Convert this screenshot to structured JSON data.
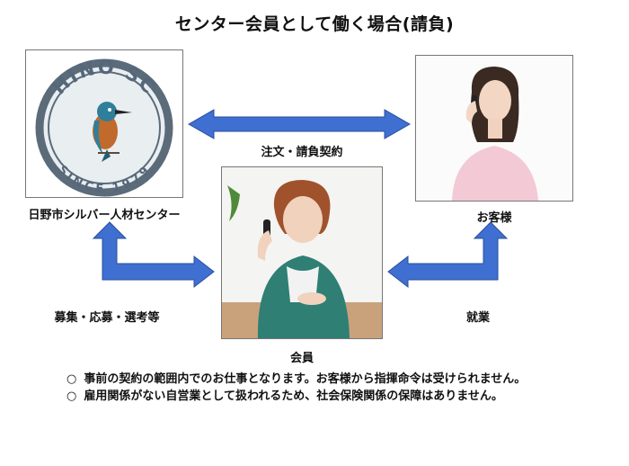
{
  "title": "センター会員として働く場合(請負)",
  "nodes": {
    "center": {
      "label": "日野市シルバー人材センター",
      "logo_text_top": "HINO SC",
      "logo_text_bottom": "SINCE 1979"
    },
    "customer": {
      "label": "お客様"
    },
    "member": {
      "label": "会員"
    }
  },
  "edges": {
    "center_customer": "注文・請負契約",
    "center_member": "募集・応募・選考等",
    "member_customer": "就業"
  },
  "notes": [
    {
      "bullet": "○",
      "text": "事前の契約の範囲内でのお仕事となります。お客様から指揮命令は受けられません。"
    },
    {
      "bullet": "○",
      "text": "雇用関係がない自営業として扱われるため、社会保険関係の保障はありません。"
    }
  ],
  "colors": {
    "arrow": "#3f6fd0",
    "arrow_stroke": "#2a4f9e",
    "logo_ring": "#5b6b7a"
  }
}
